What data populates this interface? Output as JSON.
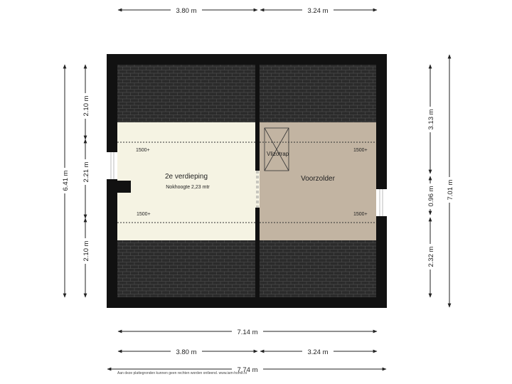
{
  "dimensions": {
    "top_left": "3.80 m",
    "top_right": "3.24 m",
    "left_top": "2.10 m",
    "left_mid": "2.21 m",
    "left_bottom": "2.10 m",
    "left_total": "6.41 m",
    "right_top": "3.13 m",
    "right_mid": "0.96 m",
    "right_bottom": "2.32 m",
    "right_total": "7.01 m",
    "bottom_inner": "7.14 m",
    "bottom_left": "3.80 m",
    "bottom_right": "3.24 m",
    "bottom_total": "7.74 m"
  },
  "rooms": {
    "verdieping_name": "2e verdieping",
    "verdieping_note": "Nokhoogte 2,23 mtr",
    "voorzolder_name": "Voorzolder",
    "vlizotrap": "Vlizotrap"
  },
  "height_markers": {
    "left_upper": "1500+",
    "left_lower": "1500+",
    "right_upper": "1500+",
    "right_lower": "1500+"
  },
  "disclaimer": "Aan deze plattegronden kunnen geen rechten worden ontleend. www.iam-home.nl",
  "colors": {
    "wall": "#111111",
    "roof_tile": "#2a2a2a",
    "verdieping_floor": "#f5f3e3",
    "voorzolder_floor": "#c2b4a2"
  }
}
